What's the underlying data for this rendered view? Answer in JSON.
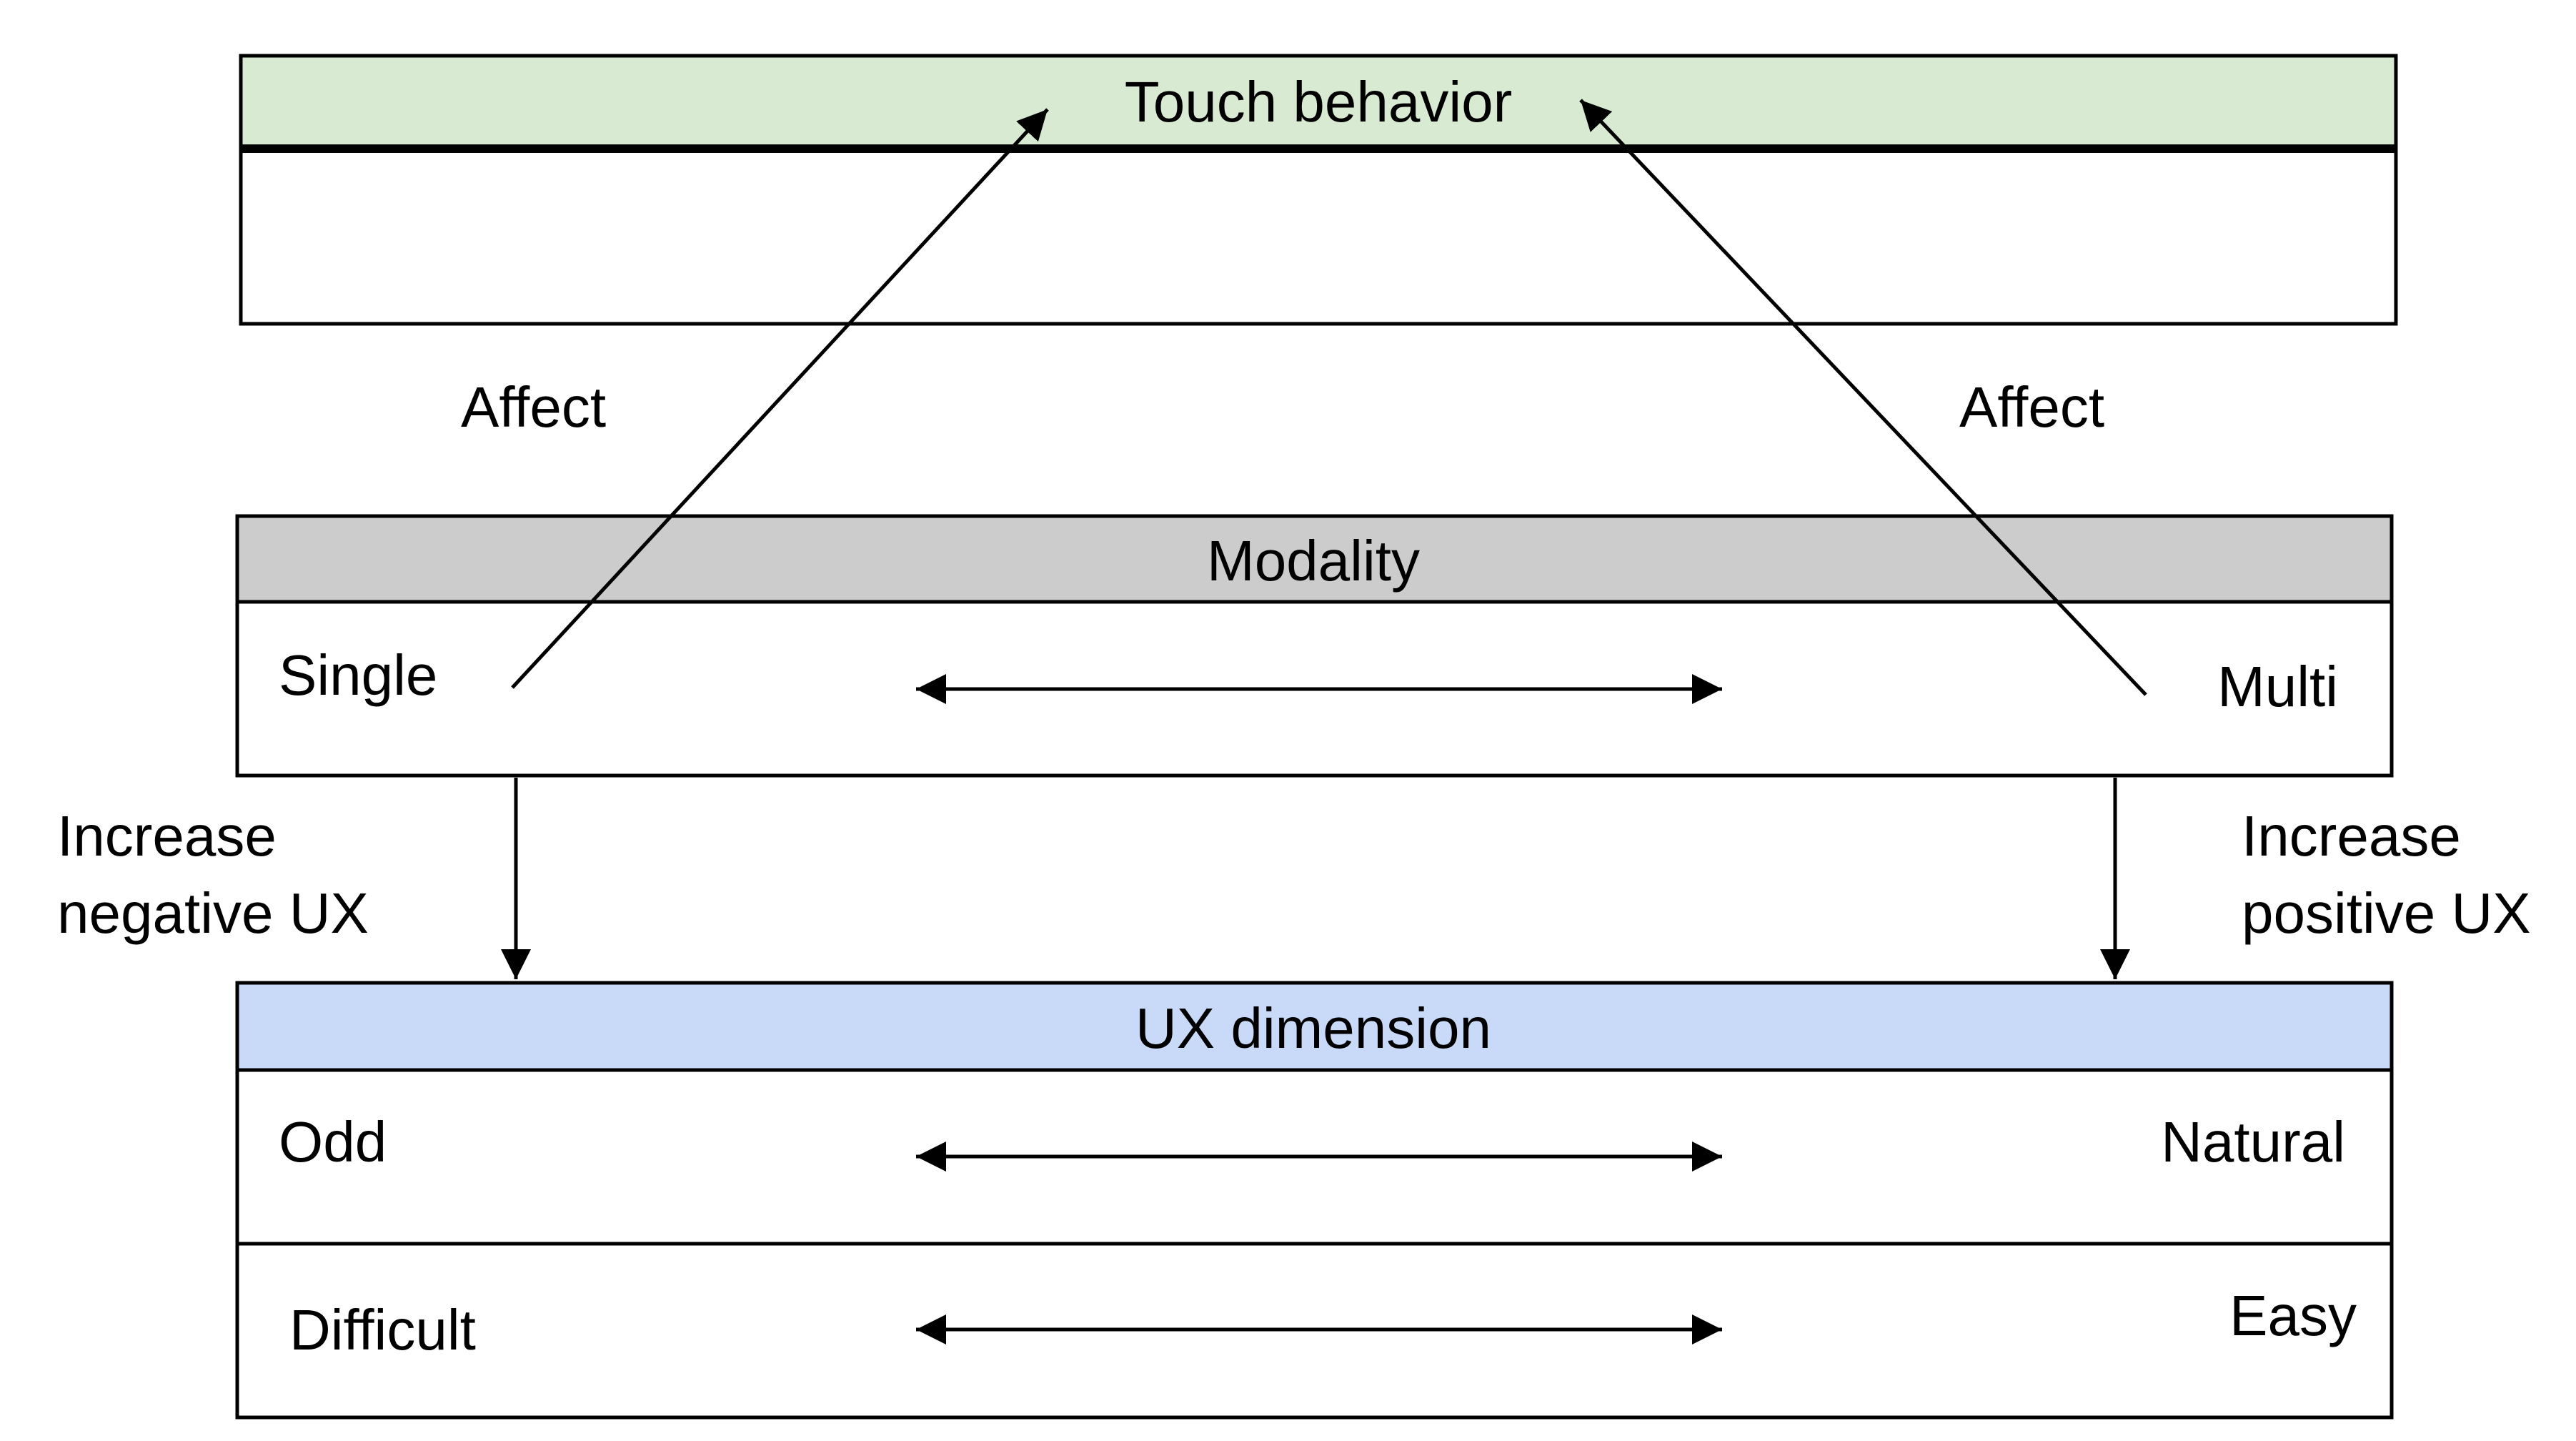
{
  "colors": {
    "touch_header": "#d9ead3",
    "modality_header": "#cccccc",
    "ux_header": "#c9daf8",
    "stroke": "#000000",
    "background": "#ffffff"
  },
  "touch_behavior": {
    "title": "Touch behavior"
  },
  "modality": {
    "title": "Modality",
    "left": "Single",
    "right": "Multi"
  },
  "ux_dimension": {
    "title": "UX dimension",
    "row1_left": "Odd",
    "row1_right": "Natural",
    "row2_left": "Difficult",
    "row2_right": "Easy"
  },
  "edges": {
    "affect_left": "Affect",
    "affect_right": "Affect",
    "negative_line1": "Increase",
    "negative_line2": "negative UX",
    "positive_line1": "Increase",
    "positive_line2": "positive UX"
  }
}
